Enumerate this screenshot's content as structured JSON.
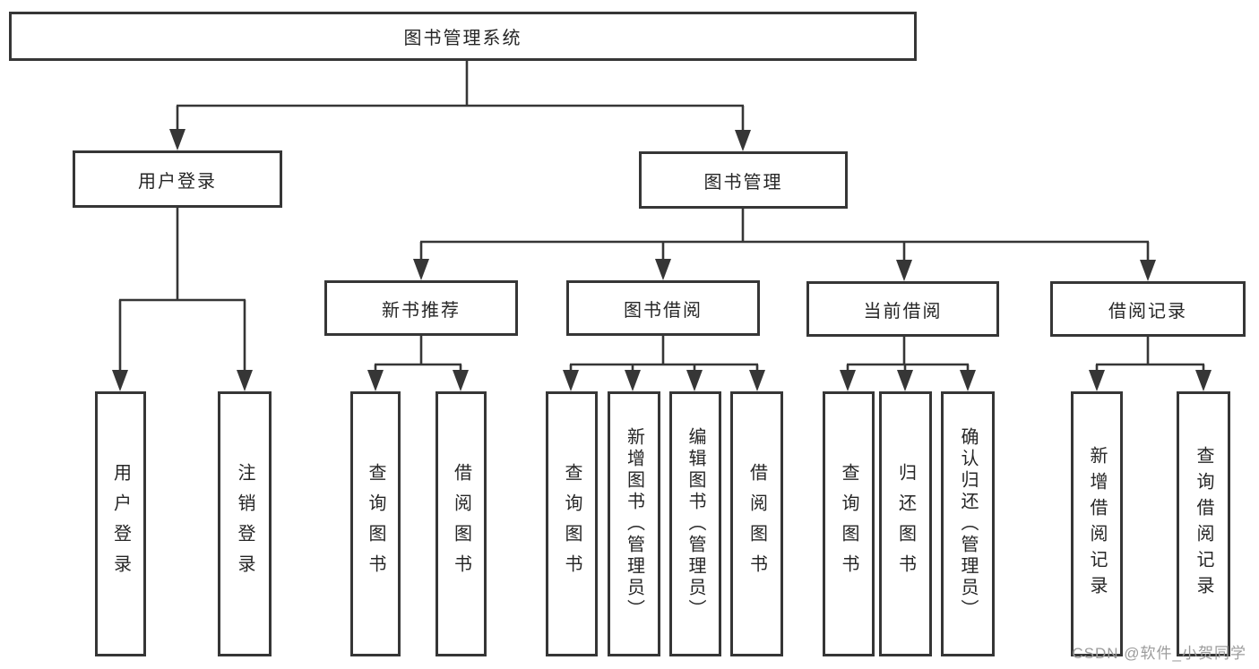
{
  "tree": {
    "root": {
      "label": "图书管理系统"
    },
    "level2": [
      {
        "label": "用户登录"
      },
      {
        "label": "图书管理"
      }
    ],
    "level3": [
      {
        "label": "新书推荐"
      },
      {
        "label": "图书借阅"
      },
      {
        "label": "当前借阅"
      },
      {
        "label": "借阅记录"
      }
    ],
    "leaves": [
      {
        "label": "用户登录"
      },
      {
        "label": "注销登录"
      },
      {
        "label": "查询图书"
      },
      {
        "label": "借阅图书"
      },
      {
        "label": "查询图书"
      },
      {
        "label": "新增图书（管理员）"
      },
      {
        "label": "编辑图书（管理员）"
      },
      {
        "label": "借阅图书"
      },
      {
        "label": "查询图书"
      },
      {
        "label": "归还图书"
      },
      {
        "label": "确认归还（管理员）"
      },
      {
        "label": "新增借阅记录"
      },
      {
        "label": "查询借阅记录"
      }
    ]
  },
  "watermark": {
    "text": "CSDN @软件_小贺同学"
  },
  "colors": {
    "line": "#363636",
    "text": "#262626",
    "background": "#ffffff",
    "watermark": "#9c9c9c"
  }
}
